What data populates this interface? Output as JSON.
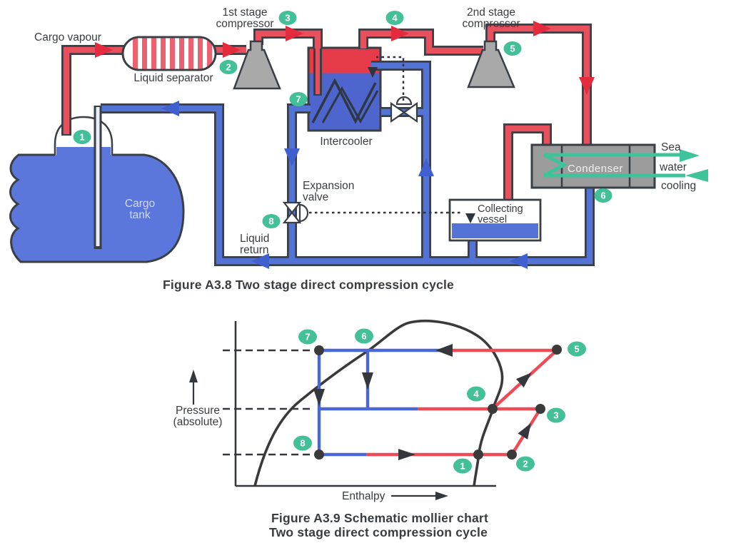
{
  "figure_a38": {
    "caption": "Figure A3.8  Two stage direct compression cycle",
    "labels": {
      "cargo_vapour": "Cargo vapour",
      "liquid_separator": "Liquid separator",
      "stage1_line1": "1st stage",
      "stage1_line2": "compressor",
      "stage2_line1": "2nd stage",
      "stage2_line2": "compressor",
      "intercooler": "Intercooler",
      "expansion_line1": "Expansion",
      "expansion_line2": "valve",
      "liquid_return_line1": "Liquid",
      "liquid_return_line2": "return",
      "collecting_line1": "Collecting",
      "collecting_line2": "vessel",
      "condenser": "Condenser",
      "cargo_tank_line1": "Cargo",
      "cargo_tank_line2": "tank",
      "sea": "Sea",
      "water": "water",
      "cooling": "cooling"
    },
    "badges": [
      "1",
      "2",
      "3",
      "4",
      "5",
      "6",
      "7",
      "8"
    ]
  },
  "figure_a39": {
    "caption_line1": "Figure A3.9  Schematic mollier chart",
    "caption_line2": "Two stage direct compression cycle",
    "pressure_line1": "Pressure",
    "pressure_line2": "(absolute)",
    "enthalpy": "Enthalpy",
    "badges": [
      "1",
      "2",
      "3",
      "4",
      "5",
      "6",
      "7",
      "8"
    ]
  },
  "colors": {
    "pipe_red": "#e8505e",
    "pipe_blue": "#5374d6",
    "arrow_red": "#e42b3e",
    "arrow_blue": "#4060d0",
    "outline_dark": "#3a3f46",
    "badge_green": "#44c098",
    "sea_water_green": "#3fc39b",
    "component_gray": "#a9a9a9",
    "condenser_gray": "#9c9c9c",
    "intercooler_red": "#e63b48",
    "intercooler_blue": "#4d65cd",
    "tank_blue": "#5b77dc",
    "separator_stripe": "#ec6170",
    "chart_red": "#ef4b57",
    "chart_blue": "#4a67d8",
    "chart_dark": "#34383c"
  },
  "chart_data": {
    "type": "line",
    "title": "Figure A3.9  Schematic mollier chart — Two stage direct compression cycle",
    "xlabel": "Enthalpy",
    "ylabel": "Pressure (absolute)",
    "axes_numeric": false,
    "grid": false,
    "legend": "none",
    "saturation_dome": true,
    "dashed_pressure_levels_rel": {
      "low": 0.19,
      "intermediate": 0.47,
      "high": 0.82
    },
    "points": [
      {
        "id": "1",
        "enthalpy_rel": 0.93,
        "pressure": "low",
        "on_saturated_vapour_line": true
      },
      {
        "id": "2",
        "enthalpy_rel": 1.06,
        "pressure": "low"
      },
      {
        "id": "3",
        "enthalpy_rel": 1.17,
        "pressure": "intermediate"
      },
      {
        "id": "4",
        "enthalpy_rel": 0.99,
        "pressure": "intermediate",
        "on_saturated_vapour_line": true
      },
      {
        "id": "5",
        "enthalpy_rel": 1.23,
        "pressure": "high"
      },
      {
        "id": "6",
        "enthalpy_rel": 0.51,
        "pressure": "high",
        "on_saturation_dome": true
      },
      {
        "id": "7",
        "enthalpy_rel": 0.32,
        "pressure": "high",
        "saturated_liquid": true
      },
      {
        "id": "8",
        "enthalpy_rel": 0.32,
        "pressure": "low"
      }
    ],
    "segments": [
      {
        "from": "8",
        "to": "1",
        "color": "blue-then-red",
        "direction": "right"
      },
      {
        "from": "1",
        "to": "2",
        "color": "red",
        "direction": "right"
      },
      {
        "from": "2",
        "to": "3",
        "color": "red",
        "direction": "up-right"
      },
      {
        "from": "3",
        "to": "4",
        "color": "red",
        "direction": "left"
      },
      {
        "from": "4",
        "to": "5",
        "color": "red",
        "direction": "up-right"
      },
      {
        "from": "5",
        "to": "6",
        "color": "red",
        "direction": "left"
      },
      {
        "from": "6",
        "to": "7",
        "color": "blue",
        "direction": "left"
      },
      {
        "from": "6",
        "to": "intermediate-level",
        "color": "blue",
        "direction": "down"
      },
      {
        "from": "7",
        "to": "8",
        "color": "blue",
        "direction": "down"
      }
    ]
  }
}
